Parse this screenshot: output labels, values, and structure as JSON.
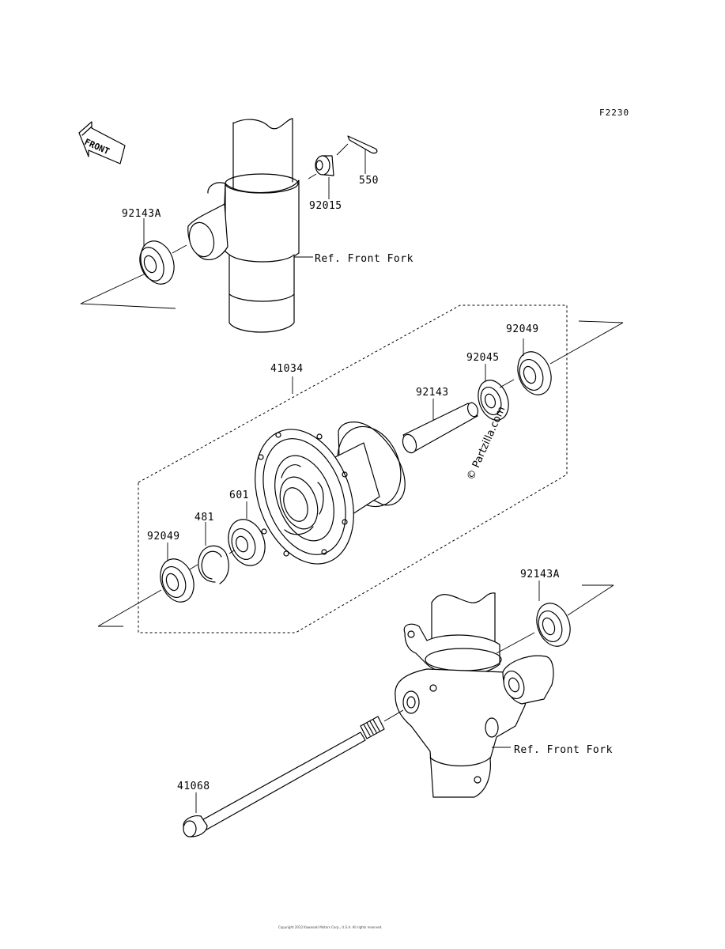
{
  "diagram": {
    "code": "F2230",
    "front_label": "FRONT",
    "watermark": "© Partzilla.com",
    "copyright": "Copyright 2012 Kawasaki Motors Corp., U.S.A. All rights reserved.",
    "labels": {
      "p92143A_top": "92143A",
      "p92015": "92015",
      "p550": "550",
      "ref_fork_top": "Ref. Front Fork",
      "p41034": "41034",
      "p92049_top": "92049",
      "p92045": "92045",
      "p92143": "92143",
      "p601": "601",
      "p481": "481",
      "p92049_bottom": "92049",
      "p92143A_bottom": "92143A",
      "ref_fork_bottom": "Ref. Front Fork",
      "p41068": "41068"
    }
  }
}
